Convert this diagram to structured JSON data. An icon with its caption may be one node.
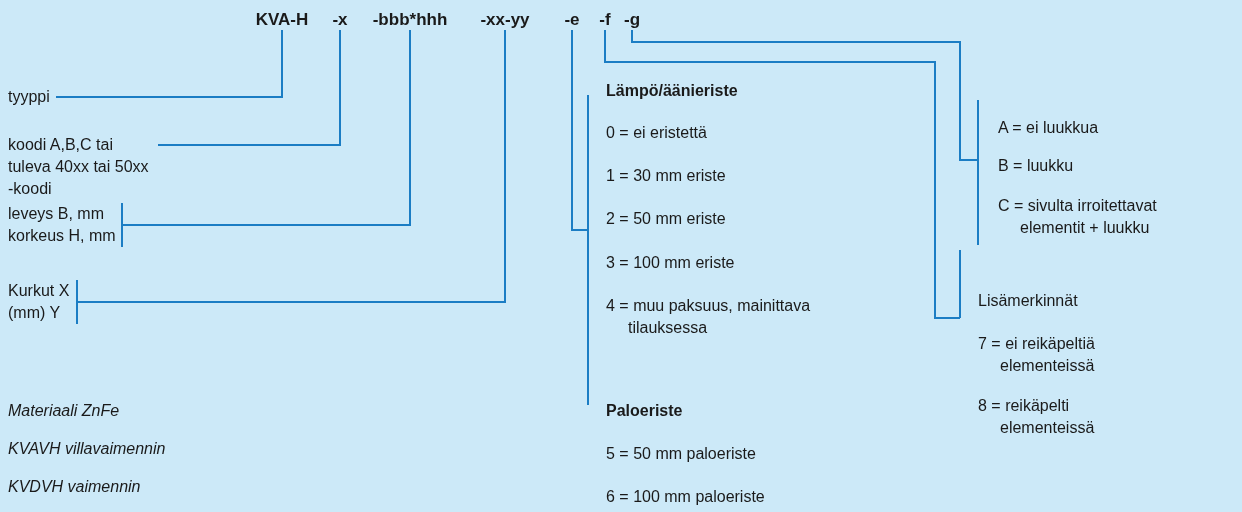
{
  "diagram": {
    "nodes": [
      {
        "text": [
          "KVA-H"
        ]
      },
      {
        "text": [
          "-x"
        ]
      },
      {
        "text": [
          "-bbb*hhh"
        ]
      },
      {
        "text": [
          "-xx-yy"
        ]
      },
      {
        "text": [
          "-e"
        ]
      },
      {
        "text": [
          "-f"
        ]
      },
      {
        "text": [
          "-g"
        ]
      },
      {
        "text": [
          "tyyppi"
        ]
      },
      {
        "text": [
          "koodi A,B,C tai tuleva 40xx tai 50xx -koodi"
        ]
      },
      {
        "text": [
          "leveys B, mm",
          "korkeus H, mm"
        ]
      },
      {
        "text": [
          "Kurkut X",
          "(mm) Y"
        ]
      },
      {
        "text": [
          "Lämpö/äänieriste",
          "0 = ei eristettä",
          "1 = 30 mm eriste",
          "2 = 50 mm eriste",
          "3 = 100 mm eriste",
          "4 = muu paksuus, mainittava tilauksessa",
          "Paloeriste",
          "5 = 50 mm paloeriste",
          "6 = 100 mm paloeriste"
        ]
      },
      {
        "text": [
          "Lisämerkinnät",
          "7 = ei reikäpeltiä elementeissä",
          "8 = reikäpelti elementeissä"
        ]
      },
      {
        "text": [
          "A = ei luukkua",
          "B = luukku",
          "C = sivulta irroitettavat elementit + luukku"
        ]
      }
    ],
    "edges": [
      {
        "from": 0,
        "to": 7,
        "arrow": "none"
      },
      {
        "from": 1,
        "to": 8,
        "arrow": "none"
      },
      {
        "from": 2,
        "to": 9,
        "arrow": "none"
      },
      {
        "from": 3,
        "to": 10,
        "arrow": "none"
      },
      {
        "from": 4,
        "to": 11,
        "arrow": "none"
      },
      {
        "from": 5,
        "to": 12,
        "arrow": "none"
      },
      {
        "from": 6,
        "to": 13,
        "arrow": "none"
      }
    ],
    "labels": [
      "Materiaali ZnFe",
      "KVAVH villavaimennin",
      "KVDVH vaimennin"
    ]
  }
}
